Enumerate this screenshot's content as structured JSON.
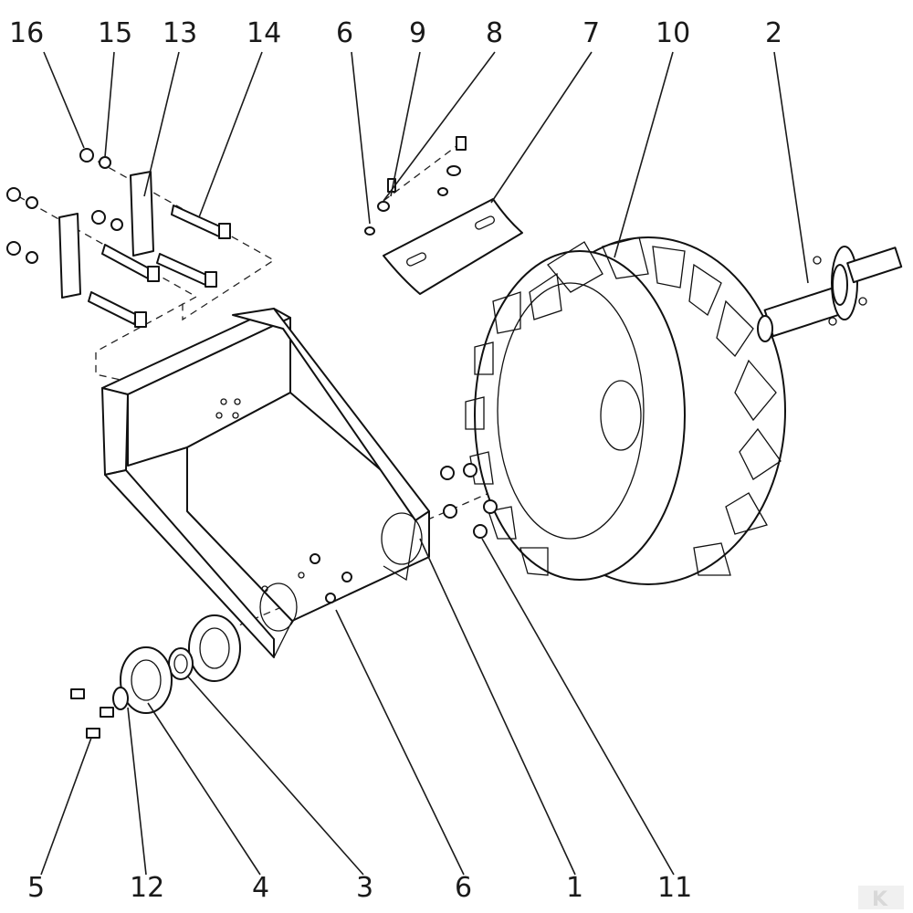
{
  "callouts": [
    {
      "id": "c16",
      "text": "16"
    },
    {
      "id": "c15",
      "text": "15"
    },
    {
      "id": "c13",
      "text": "13"
    },
    {
      "id": "c14",
      "text": "14"
    },
    {
      "id": "c6top",
      "text": "6"
    },
    {
      "id": "c9",
      "text": "9"
    },
    {
      "id": "c8",
      "text": "8"
    },
    {
      "id": "c7",
      "text": "7"
    },
    {
      "id": "c10",
      "text": "10"
    },
    {
      "id": "c2",
      "text": "2"
    },
    {
      "id": "c5",
      "text": "5"
    },
    {
      "id": "c12",
      "text": "12"
    },
    {
      "id": "c4",
      "text": "4"
    },
    {
      "id": "c3",
      "text": "3"
    },
    {
      "id": "c6bot",
      "text": "6"
    },
    {
      "id": "c1",
      "text": "1"
    },
    {
      "id": "c11",
      "text": "11"
    }
  ],
  "watermark": "K"
}
